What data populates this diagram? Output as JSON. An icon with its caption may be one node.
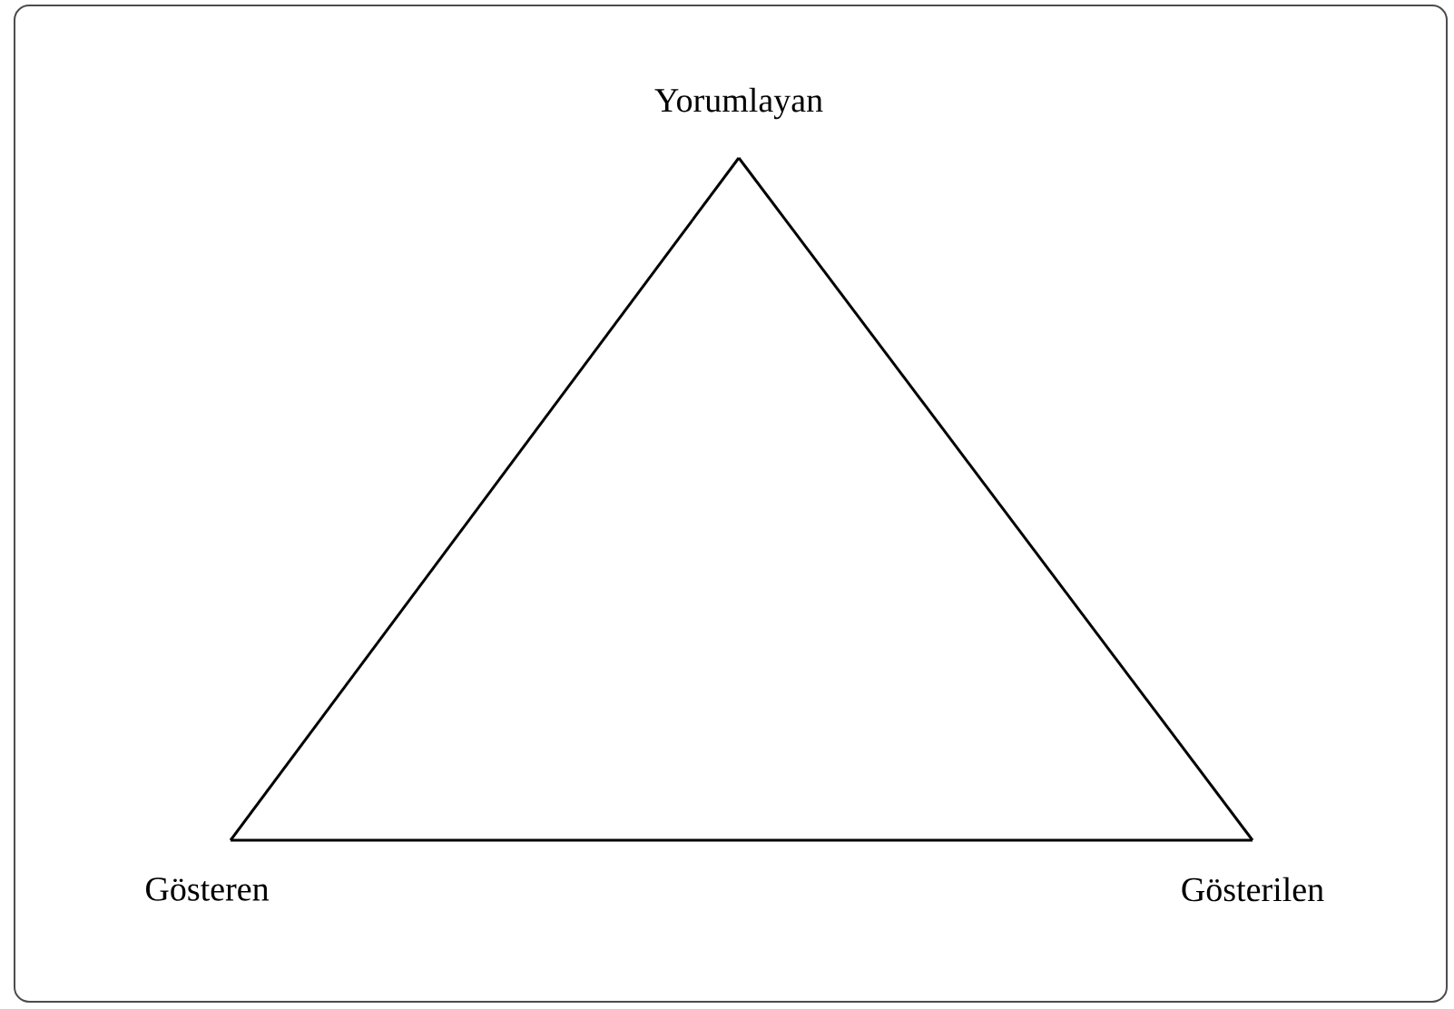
{
  "diagram": {
    "nodes": [
      {
        "text": [
          "Yorumlayan"
        ]
      },
      {
        "text": [
          "Gösteren"
        ]
      },
      {
        "text": [
          "Gösterilen"
        ]
      }
    ],
    "edges": [
      {
        "from": 0,
        "to": 1,
        "arrow": "none"
      },
      {
        "from": 1,
        "to": 2,
        "arrow": "none"
      },
      {
        "from": 2,
        "to": 0,
        "arrow": "none"
      }
    ]
  }
}
